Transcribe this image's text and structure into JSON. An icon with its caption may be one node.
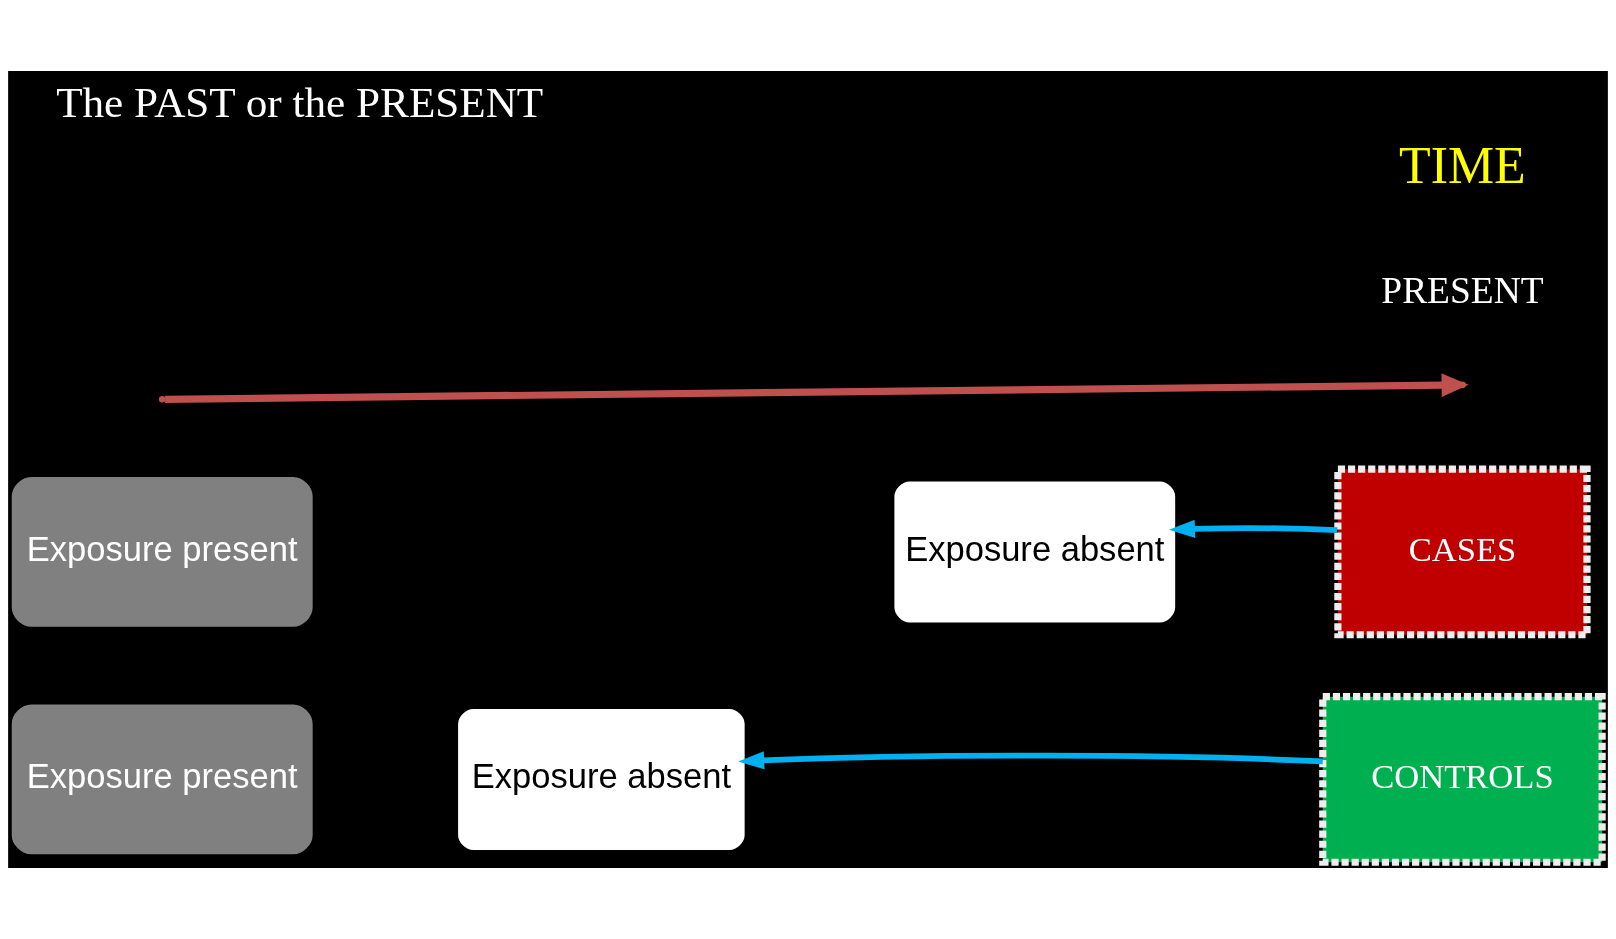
{
  "diagram": {
    "title": "The PAST or the PRESENT",
    "nodes": [
      {
        "text": [
          "Exposure present"
        ]
      },
      {
        "text": [
          "Exposure absent"
        ]
      },
      {
        "text": [
          "CASES"
        ]
      },
      {
        "text": [
          "Exposure present"
        ]
      },
      {
        "text": [
          "Exposure absent"
        ]
      },
      {
        "text": [
          "CONTROLS"
        ]
      }
    ],
    "edges": [
      {
        "from": 2,
        "to": 1,
        "arrow": "to"
      },
      {
        "from": 5,
        "to": 4,
        "arrow": "to"
      }
    ],
    "labels": [
      "PRESENT",
      "TIME"
    ]
  }
}
